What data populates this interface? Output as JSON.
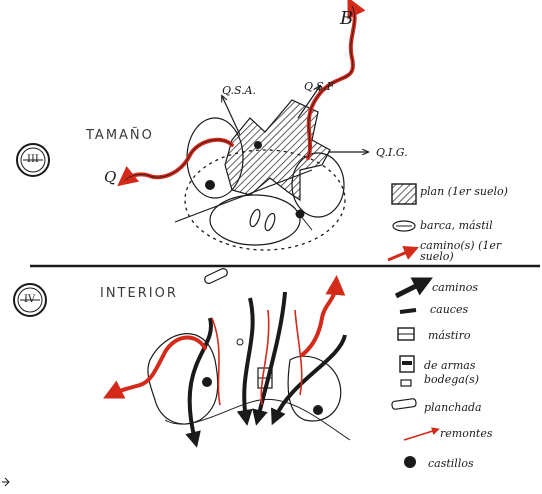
{
  "top_sketch": {
    "title": "TAMAÑO",
    "region_label": "III",
    "labels": {
      "north": "B",
      "west": "Q",
      "nw": "Q.S.A.",
      "ne": "Q.S.F",
      "east": "Q.I.G."
    }
  },
  "bottom_sketch": {
    "title": "INTERIOR",
    "region_label": "IV"
  },
  "legend": {
    "items": [
      {
        "icon": "hatch-square",
        "text": "plan (1er suelo)"
      },
      {
        "icon": "boat-oval",
        "text": "barca, mástil"
      },
      {
        "icon": "red-arrow-line",
        "text": "camino(s) (1er suelo)"
      },
      {
        "icon": "bold-arrow",
        "text": "caminos"
      },
      {
        "icon": "thick-line",
        "text": "cauces"
      },
      {
        "icon": "box-icon",
        "text": "mástiro"
      },
      {
        "icon": "striped-box",
        "text": "de armas"
      },
      {
        "icon": "small-box",
        "text": "bodega(s)"
      },
      {
        "icon": "plank",
        "text": "planchada"
      },
      {
        "icon": "red-arrow",
        "text": "remontes"
      },
      {
        "icon": "black-dot",
        "text": "castillos"
      }
    ]
  },
  "colors": {
    "ink": "#1a1a1a",
    "red": "#d42a1a",
    "paper": "#ffffff"
  }
}
